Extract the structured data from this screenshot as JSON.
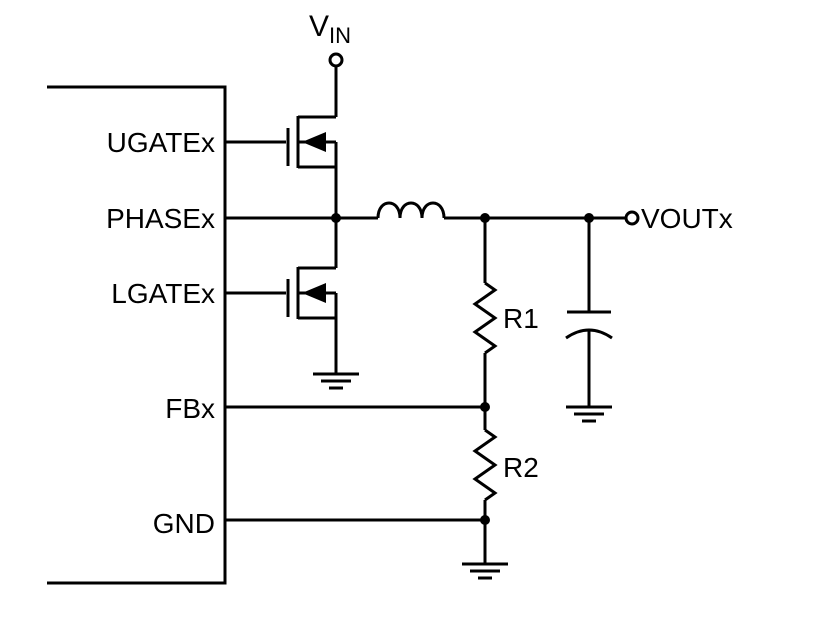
{
  "pins": {
    "ugate": "UGATEx",
    "phase": "PHASEx",
    "lgate": "LGATEx",
    "fb": "FBx",
    "gnd": "GND"
  },
  "supply": {
    "main": "V",
    "sub": "IN"
  },
  "output": "VOUTx",
  "resistors": {
    "r1": "R1",
    "r2": "R2"
  }
}
